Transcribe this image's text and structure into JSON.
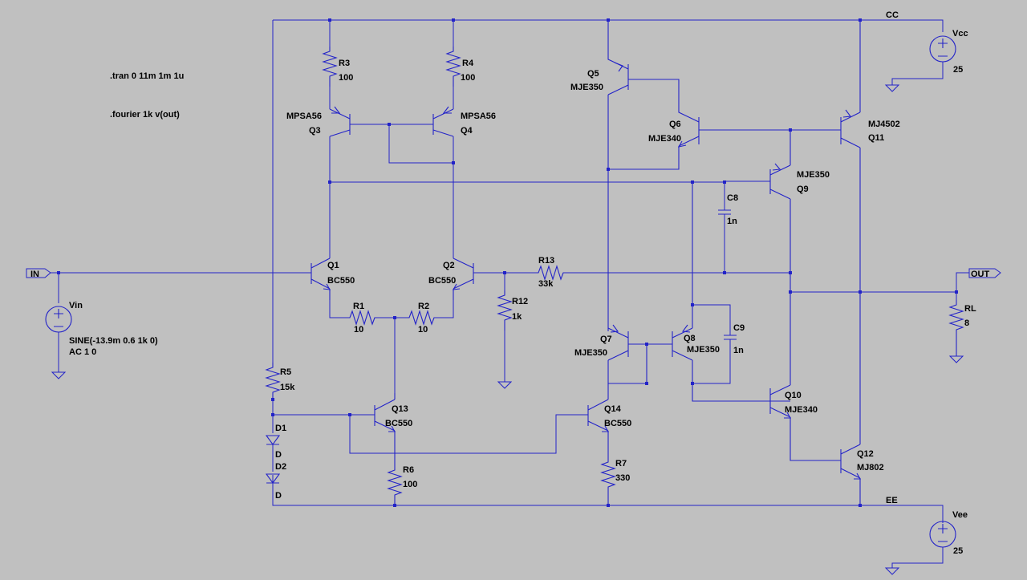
{
  "directives": [
    ".tran 0 11m 1m 1u",
    ".fourier 1k v(out)"
  ],
  "nets": {
    "vcc": "CC",
    "vee": "EE"
  },
  "ports": {
    "in": "IN",
    "out": "OUT"
  },
  "components": {
    "Q1": {
      "name": "Q1",
      "model": "BC550"
    },
    "Q2": {
      "name": "Q2",
      "model": "BC550"
    },
    "Q3": {
      "name": "Q3",
      "model": "MPSA56"
    },
    "Q4": {
      "name": "Q4",
      "model": "MPSA56"
    },
    "Q5": {
      "name": "Q5",
      "model": "MJE350"
    },
    "Q6": {
      "name": "Q6",
      "model": "MJE340"
    },
    "Q7": {
      "name": "Q7",
      "model": "MJE350"
    },
    "Q8": {
      "name": "Q8",
      "model": "MJE350"
    },
    "Q9": {
      "name": "Q9",
      "model": "MJE350"
    },
    "Q10": {
      "name": "Q10",
      "model": "MJE340"
    },
    "Q11": {
      "name": "Q11",
      "model": "MJ4502"
    },
    "Q12": {
      "name": "Q12",
      "model": "MJ802"
    },
    "Q13": {
      "name": "Q13",
      "model": "BC550"
    },
    "Q14": {
      "name": "Q14",
      "model": "BC550"
    },
    "R1": {
      "name": "R1",
      "value": "10"
    },
    "R2": {
      "name": "R2",
      "value": "10"
    },
    "R3": {
      "name": "R3",
      "value": "100"
    },
    "R4": {
      "name": "R4",
      "value": "100"
    },
    "R5": {
      "name": "R5",
      "value": "15k"
    },
    "R6": {
      "name": "R6",
      "value": "100"
    },
    "R7": {
      "name": "R7",
      "value": "330"
    },
    "R12": {
      "name": "R12",
      "value": "1k"
    },
    "R13": {
      "name": "R13",
      "value": "33k"
    },
    "RL": {
      "name": "RL",
      "value": "8"
    },
    "C8": {
      "name": "C8",
      "value": "1n"
    },
    "C9": {
      "name": "C9",
      "value": "1n"
    },
    "D1": {
      "name": "D1",
      "model": "D"
    },
    "D2": {
      "name": "D2",
      "model": "D"
    },
    "Vin": {
      "name": "Vin",
      "value": "SINE(-13.9m 0.6 1k 0)",
      "ac": "AC 1 0"
    },
    "Vcc": {
      "name": "Vcc",
      "value": "25"
    },
    "Vee": {
      "name": "Vee",
      "value": "25"
    }
  }
}
